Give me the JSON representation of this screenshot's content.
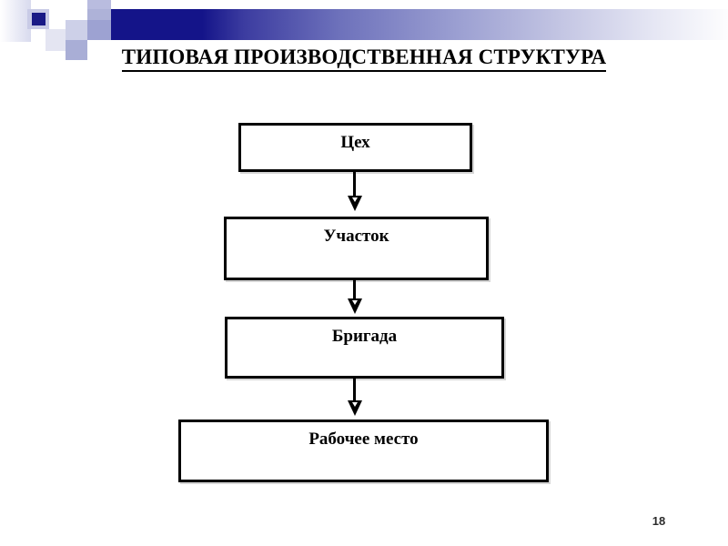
{
  "slide": {
    "title": "ТИПОВАЯ  ПРОИЗВОДСТВЕННАЯ  СТРУКТУРА",
    "number": "18",
    "background_color": "#ffffff"
  },
  "header_ornament": {
    "accent_color": "#141489",
    "tint_color": "#9da2d2",
    "gradient_from": "#141489",
    "gradient_to": "#ffffff"
  },
  "diagram": {
    "type": "flowchart",
    "orientation": "vertical-top-down",
    "node_border_color": "#000000",
    "node_fill_color": "#ffffff",
    "nodes": [
      {
        "id": "shop",
        "label": "Цех"
      },
      {
        "id": "section",
        "label": "Участок"
      },
      {
        "id": "brigade",
        "label": "Бригада"
      },
      {
        "id": "workplace",
        "label": "Рабочее место"
      }
    ],
    "connectors": [
      {
        "from": "shop",
        "to": "section",
        "style": "arrow-down"
      },
      {
        "from": "section",
        "to": "brigade",
        "style": "arrow-down"
      },
      {
        "from": "brigade",
        "to": "workplace",
        "style": "arrow-down"
      }
    ]
  }
}
